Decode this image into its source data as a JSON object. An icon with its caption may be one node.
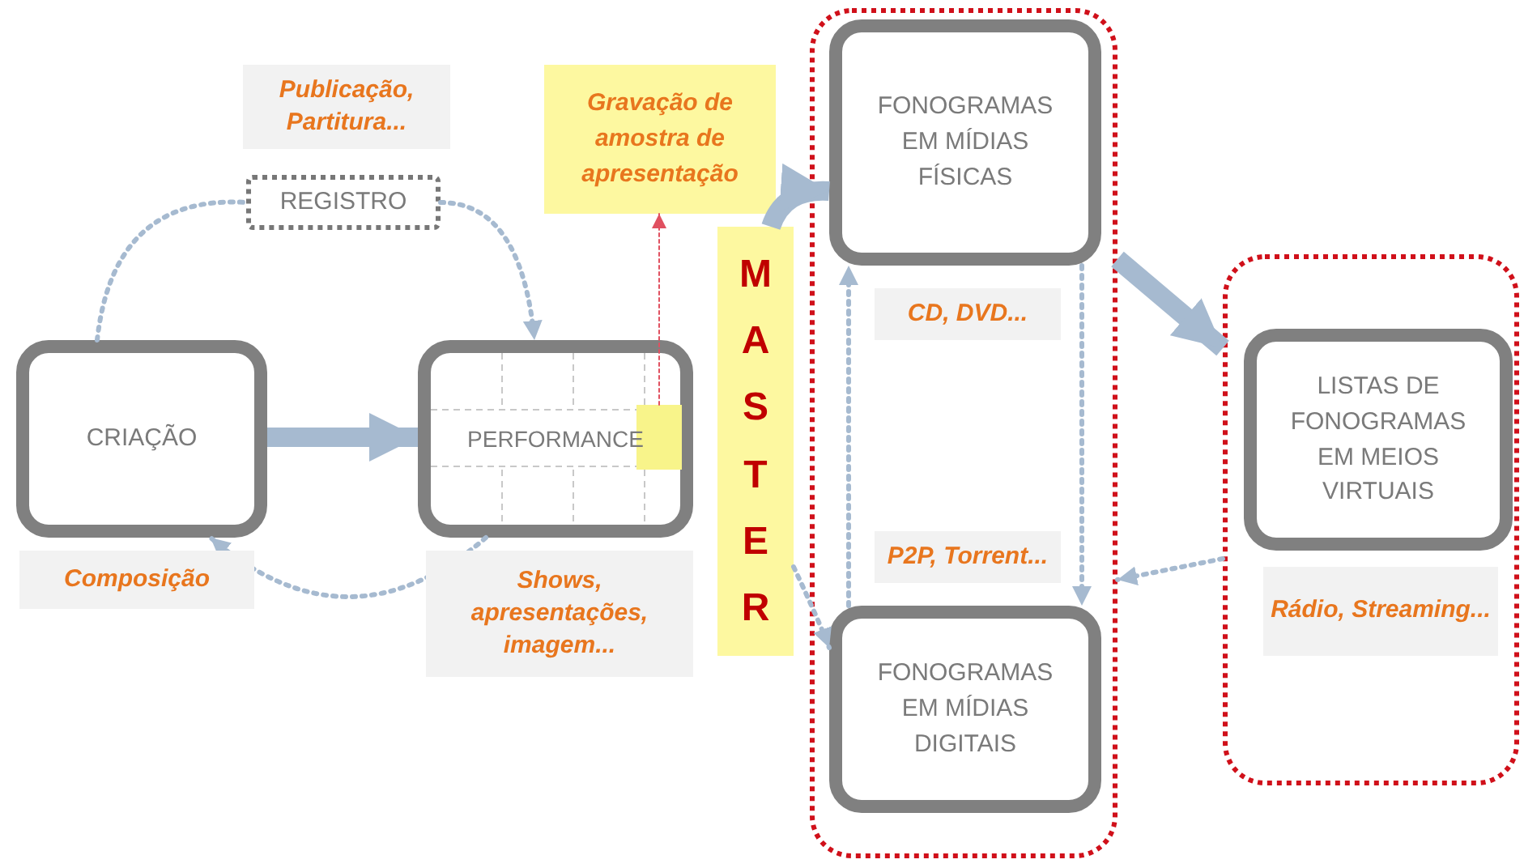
{
  "diagram": {
    "nodes": [
      {
        "text": [
          "REGISTRO"
        ],
        "beside": [
          "Publicação, Partitura..."
        ]
      },
      {
        "text": [
          "CRIAÇÃO"
        ],
        "beside": [
          "Composição"
        ]
      },
      {
        "text": [
          "PERFORMANCE"
        ],
        "beside": [
          "Shows, apresentações, imagem..."
        ]
      },
      {
        "text": [
          "Gravação de amostra de apresentação"
        ]
      },
      {
        "text": [],
        "shape": "box",
        "in": 2
      },
      {
        "text": [
          "MASTER"
        ]
      },
      {
        "text": [],
        "shape": "box"
      },
      {
        "text": [
          "FONOGRAMAS EM MÍDIAS FÍSICAS"
        ],
        "in": 6,
        "beside": [
          "CD, DVD..."
        ]
      },
      {
        "text": [
          "FONOGRAMAS EM MÍDIAS DIGITAIS"
        ],
        "in": 6
      },
      {
        "text": [],
        "shape": "box"
      },
      {
        "text": [
          "LISTAS DE FONOGRAMAS EM MEIOS VIRTUAIS"
        ],
        "in": 9,
        "beside": [
          "Rádio, Streaming..."
        ]
      }
    ],
    "edges": [
      {
        "from": 1,
        "to": 0,
        "arrow": "none",
        "style": "dashed"
      },
      {
        "from": 0,
        "to": 2,
        "arrow": "to",
        "style": "dashed"
      },
      {
        "from": 1,
        "to": 2,
        "arrow": "to",
        "style": "thick"
      },
      {
        "from": 2,
        "to": 1,
        "arrow": "to",
        "style": "dashed"
      },
      {
        "from": 4,
        "to": 3,
        "arrow": "to",
        "style": "dashed",
        "color": "#e05060"
      },
      {
        "from": 5,
        "to": 7,
        "arrow": "to",
        "style": "thick"
      },
      {
        "from": 5,
        "to": 8,
        "arrow": "to",
        "style": "dashed"
      },
      {
        "from": 8,
        "to": 7,
        "arrow": "to",
        "style": "dashed"
      },
      {
        "from": 7,
        "to": 8,
        "arrow": "to",
        "style": "dashed"
      },
      {
        "from": 6,
        "to": 9,
        "arrow": "to",
        "style": "thick"
      },
      {
        "from": 9,
        "to": 6,
        "arrow": "to",
        "style": "dashed"
      }
    ],
    "labels": [
      "P2P, Torrent..."
    ]
  }
}
